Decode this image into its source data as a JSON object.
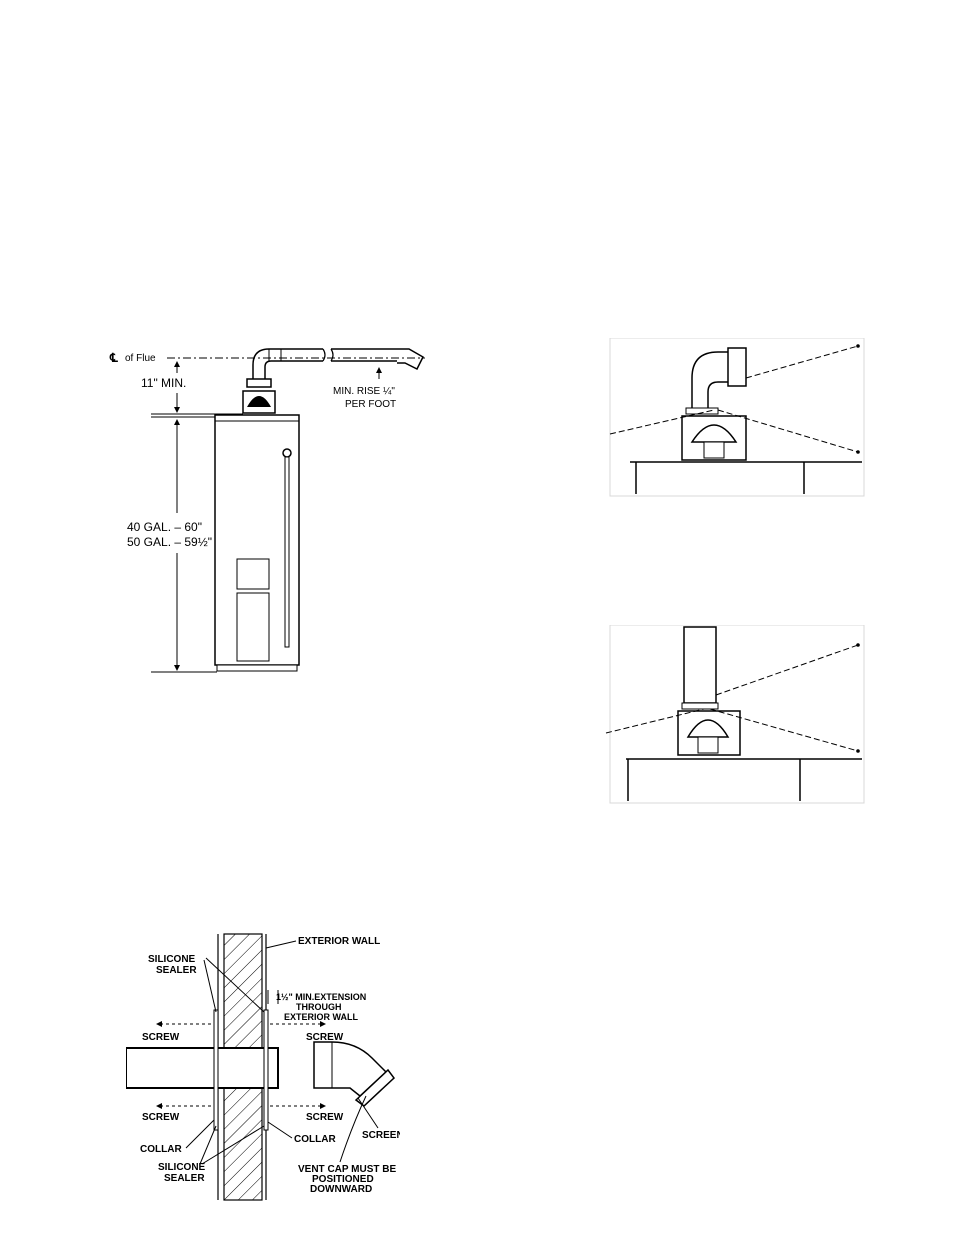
{
  "figure_heater": {
    "flue_symbol": "℄",
    "flue_label": "of Flue",
    "min_clearance": "11\" MIN.",
    "min_rise_line1": "MIN. RISE ¼\"",
    "min_rise_line2": "PER FOOT",
    "height_line1": "40 GAL. – 60\"",
    "height_line2": "50 GAL. – 59½\""
  },
  "figure_wall": {
    "exterior_wall": "EXTERIOR WALL",
    "silicone_sealer_top_1": "SILICONE",
    "silicone_sealer_top_2": "SEALER",
    "extension_line1": "1½\" MIN.EXTENSION",
    "extension_line2": "THROUGH",
    "extension_line3": "EXTERIOR WALL",
    "screw_top_left": "SCREW",
    "screw_top_right": "SCREW",
    "screw_bottom_left": "SCREW",
    "screw_bottom_right": "SCREW",
    "collar_left": "COLLAR",
    "collar_right": "COLLAR",
    "silicone_sealer_bottom_1": "SILICONE",
    "silicone_sealer_bottom_2": "SEALER",
    "screen": "SCREEN",
    "vent_cap_line1": "VENT CAP MUST BE",
    "vent_cap_line2": "POSITIONED",
    "vent_cap_line3": "DOWNWARD"
  }
}
